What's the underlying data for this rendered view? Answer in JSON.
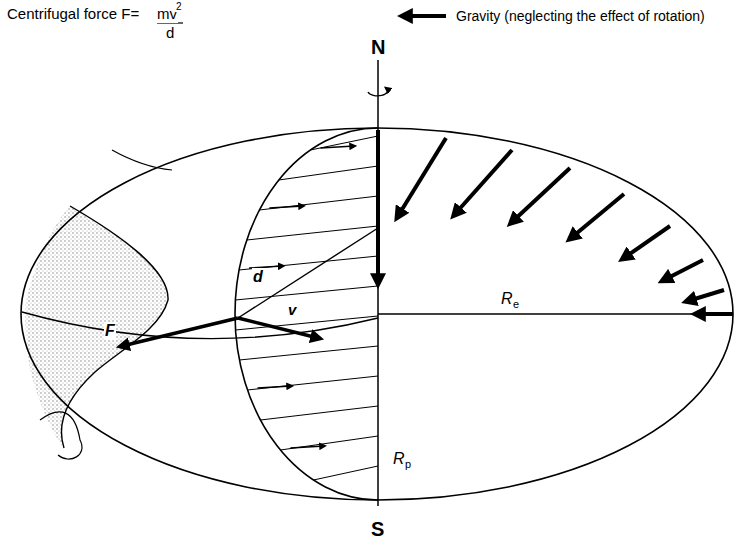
{
  "diagram": {
    "labels": [
      "Centrifugal force F=",
      "mv",
      "2",
      "d",
      "N",
      "d",
      "F",
      "v",
      "R",
      "e",
      "R",
      "p",
      "S"
    ],
    "legend": [
      {
        "text": "Gravity (neglecting the effect of rotation)"
      }
    ]
  }
}
